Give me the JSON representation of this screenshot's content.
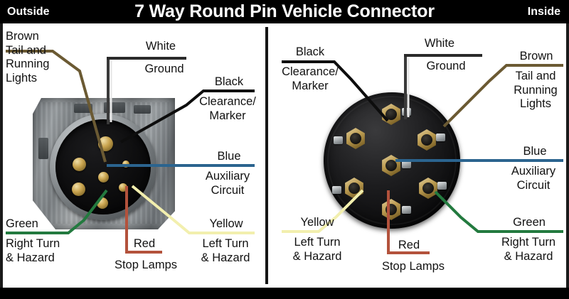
{
  "title": {
    "main": "7 Way Round Pin Vehicle Connector",
    "left": "Outside",
    "right": "Inside"
  },
  "colors": {
    "brown": "#6b5a33",
    "white": "#d9d9d9",
    "black": "#111111",
    "blue": "#2b648f",
    "green": "#237a3f",
    "red": "#b3523c",
    "yellow": "#f2efae",
    "frame": "#1a1a1a",
    "titlebar_bg": "#000000",
    "titlebar_fg": "#ffffff"
  },
  "panels": [
    {
      "id": "outside",
      "side": "Outside",
      "connector_type": "round-pin-socket-in-metal-housing",
      "labels": [
        {
          "key": "brown",
          "heading": "Brown",
          "lines": [
            "Tail and",
            "Running",
            "Lights"
          ],
          "align": "left"
        },
        {
          "key": "white",
          "heading": "White",
          "lines": [
            "Ground"
          ],
          "align": "center"
        },
        {
          "key": "black",
          "heading": "Black",
          "lines": [
            "Clearance/",
            "Marker"
          ],
          "align": "center"
        },
        {
          "key": "blue",
          "heading": "Blue",
          "lines": [
            "Auxiliary",
            "Circuit"
          ],
          "align": "center"
        },
        {
          "key": "green",
          "heading": "Green",
          "lines": [
            "Right Turn",
            "& Hazard"
          ],
          "align": "left"
        },
        {
          "key": "red",
          "heading": "Red",
          "lines": [
            "Stop Lamps"
          ],
          "align": "center"
        },
        {
          "key": "yellow",
          "heading": "Yellow",
          "lines": [
            "Left Turn",
            "& Hazard"
          ],
          "align": "center"
        }
      ]
    },
    {
      "id": "inside",
      "side": "Inside",
      "connector_type": "round-pin-terminal-block",
      "labels": [
        {
          "key": "black",
          "heading": "Black",
          "lines": [
            "Clearance/",
            "Marker"
          ],
          "align": "center"
        },
        {
          "key": "white",
          "heading": "White",
          "lines": [
            "Ground"
          ],
          "align": "center"
        },
        {
          "key": "brown",
          "heading": "Brown",
          "lines": [
            "Tail and",
            "Running",
            "Lights"
          ],
          "align": "center"
        },
        {
          "key": "blue",
          "heading": "Blue",
          "lines": [
            "Auxiliary",
            "Circuit"
          ],
          "align": "center"
        },
        {
          "key": "yellow",
          "heading": "Yellow",
          "lines": [
            "Left Turn",
            "& Hazard"
          ],
          "align": "center"
        },
        {
          "key": "red",
          "heading": "Red",
          "lines": [
            "Stop Lamps"
          ],
          "align": "center"
        },
        {
          "key": "green",
          "heading": "Green",
          "lines": [
            "Right Turn",
            "& Hazard"
          ],
          "align": "center"
        }
      ]
    }
  ],
  "left_labels": {
    "brown_h": "Brown",
    "brown_1": "Tail and",
    "brown_2": "Running",
    "brown_3": "Lights",
    "white_h": "White",
    "white_1": "Ground",
    "black_h": "Black",
    "black_1": "Clearance/",
    "black_2": "Marker",
    "blue_h": "Blue",
    "blue_1": "Auxiliary",
    "blue_2": "Circuit",
    "green_h": "Green",
    "green_1": "Right Turn",
    "green_2": "& Hazard",
    "red_h": "Red",
    "red_1": "Stop Lamps",
    "yellow_h": "Yellow",
    "yellow_1": "Left Turn",
    "yellow_2": "& Hazard"
  },
  "right_labels": {
    "black_h": "Black",
    "black_1": "Clearance/",
    "black_2": "Marker",
    "white_h": "White",
    "white_1": "Ground",
    "brown_h": "Brown",
    "brown_1": "Tail and",
    "brown_2": "Running",
    "brown_3": "Lights",
    "blue_h": "Blue",
    "blue_1": "Auxiliary",
    "blue_2": "Circuit",
    "yellow_h": "Yellow",
    "yellow_1": "Left Turn",
    "yellow_2": "& Hazard",
    "red_h": "Red",
    "red_1": "Stop Lamps",
    "green_h": "Green",
    "green_1": "Right Turn",
    "green_2": "& Hazard"
  }
}
